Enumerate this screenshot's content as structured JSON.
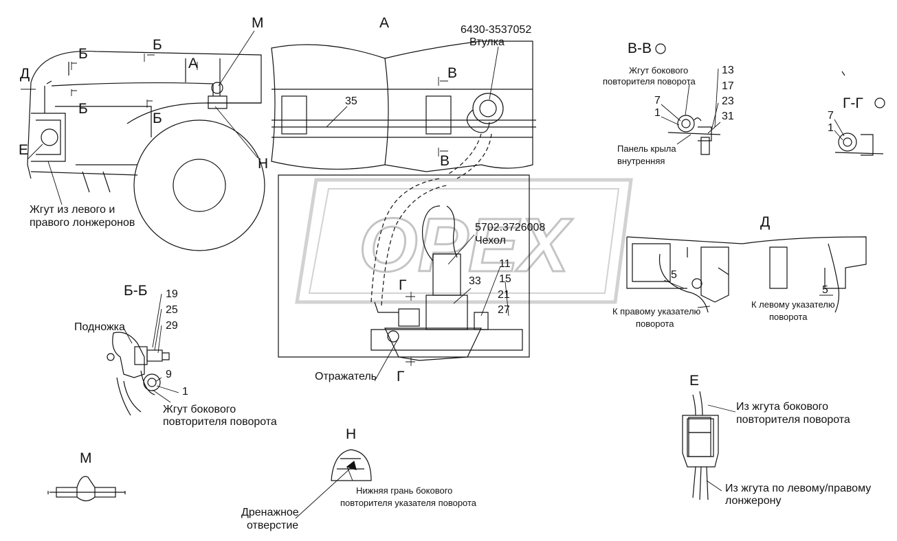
{
  "views": {
    "A": "А",
    "M": "М",
    "V_V": "В-В",
    "G_G": "Г-Г",
    "B_B": "Б-Б",
    "D": "Д",
    "E": "Е",
    "N": "Н"
  },
  "overview": {
    "mark_B1": "Б",
    "mark_B2": "Б",
    "mark_B3": "Б",
    "mark_B4": "Б",
    "mark_A": "А",
    "mark_D": "Д",
    "mark_E": "Е",
    "mark_N": "Н",
    "harness_label_line1": "Жгут из левого и",
    "harness_label_line2": "правого лонжеронов"
  },
  "view_a": {
    "part_number_bushing": "6430-3537052",
    "bushing_label": "Втулка",
    "section_mark_V_top": "В",
    "section_mark_V_bottom": "В",
    "num_35": "35",
    "part_number_cover": "5702.3726008",
    "cover_label": "Чехол",
    "num_11": "11",
    "num_15": "15",
    "num_21": "21",
    "num_27": "27",
    "num_33": "33",
    "section_mark_G_top": "Г",
    "section_mark_G_bottom": "Г",
    "reflector_label": "Отражатель"
  },
  "view_vv": {
    "harness_line1": "Жгут бокового",
    "harness_line2": "повторителя поворота",
    "num_7": "7",
    "num_1": "1",
    "num_13": "13",
    "num_17": "17",
    "num_23": "23",
    "num_31": "31",
    "panel_line1": "Панель крыла",
    "panel_line2": "внутренняя"
  },
  "view_gg": {
    "num_7": "7",
    "num_1": "1"
  },
  "view_d": {
    "num_5_left": "5",
    "num_5_right": "5",
    "right_ind_line1": "К правому указателю",
    "right_ind_line2": "поворота",
    "left_ind_line1": "К левому указателю",
    "left_ind_line2": "поворота"
  },
  "view_bb": {
    "num_19": "19",
    "num_25": "25",
    "num_29": "29",
    "num_9": "9",
    "num_1": "1",
    "step_label": "Подножка",
    "harness_line1": "Жгут бокового",
    "harness_line2": "повторителя поворота"
  },
  "view_e": {
    "from_side_line1": "Из жгута бокового",
    "from_side_line2": "повторителя поворота",
    "from_spar_line1": "Из жгута по левому/правому",
    "from_spar_line2": "лонжерону"
  },
  "view_n": {
    "edge_line1": "Нижняя грань бокового",
    "edge_line2": "повторителя указателя поворота",
    "drain_line1": "Дренажное",
    "drain_line2": "отверстие"
  },
  "watermark": "OPEX"
}
